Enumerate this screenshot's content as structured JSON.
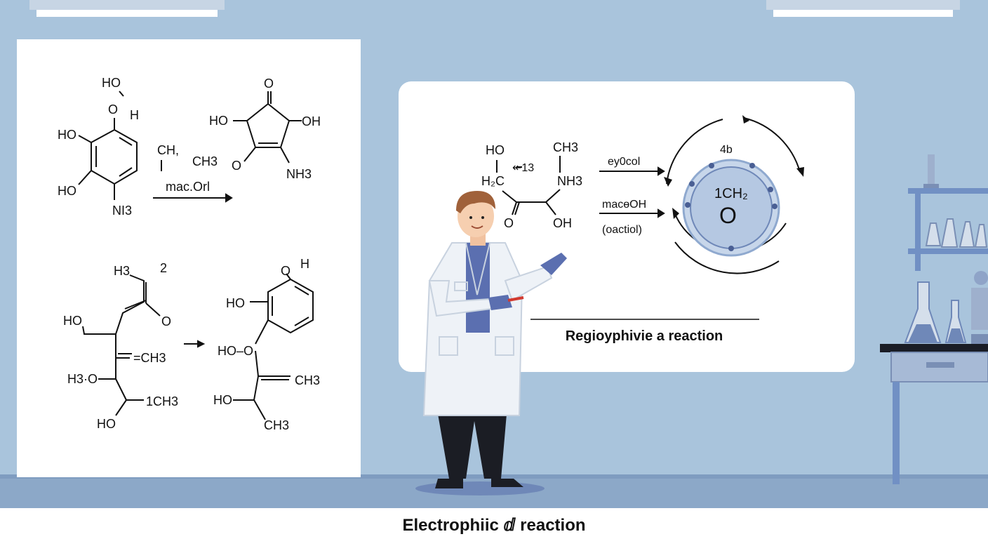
{
  "left_board": {
    "top_left_molecule": {
      "oh_top": "HO",
      "oh_side": "O",
      "h_side": "H",
      "ho_1": "HO",
      "ho_2": "HO",
      "n_label": "NI3"
    },
    "reagents_1": {
      "ch_a": "CH,",
      "ch_b": "CH3",
      "reagent": "mac.Orl"
    },
    "top_right_molecule": {
      "o_top": "O",
      "ho_left": "HO",
      "oh_right": "OH",
      "o_bottom": "O",
      "nh3": "NH3"
    },
    "bottom_left_molecule": {
      "h3": "H3",
      "num": "2",
      "ho_a": "HO",
      "o_a": "O",
      "ch3_a": "=CH3",
      "h3o": "H3·O",
      "ch3_b": "1CH3",
      "ho_b": "HO"
    },
    "bottom_right_molecule": {
      "o_h": "O",
      "h": "H",
      "ho_ring": "HO",
      "ho_o": "HO–O",
      "ch3_a": "CH3",
      "ho_b": "HO",
      "ch3_b": "CH3"
    }
  },
  "right_board": {
    "molecule": {
      "ho": "HO",
      "arrow_note": "↞13",
      "hc": "H₂C",
      "ch3": "CH3",
      "nh3": "NH3",
      "o": "O",
      "oh": "OH"
    },
    "reagents": {
      "top": "ey0col",
      "middle": "macɵOH",
      "bottom": "(oactiol)"
    },
    "cycle": {
      "top_label": "4b",
      "inner_label": "1CH₂",
      "center_label": "O"
    },
    "caption": "Regioyphivie a reaction"
  },
  "footer": {
    "caption": "Electrophiic ⅆ reaction"
  },
  "colors": {
    "wall": "#a9c4dc",
    "board": "#ffffff",
    "accent": "#5b6fb0",
    "floor": "#8ca8c8"
  }
}
